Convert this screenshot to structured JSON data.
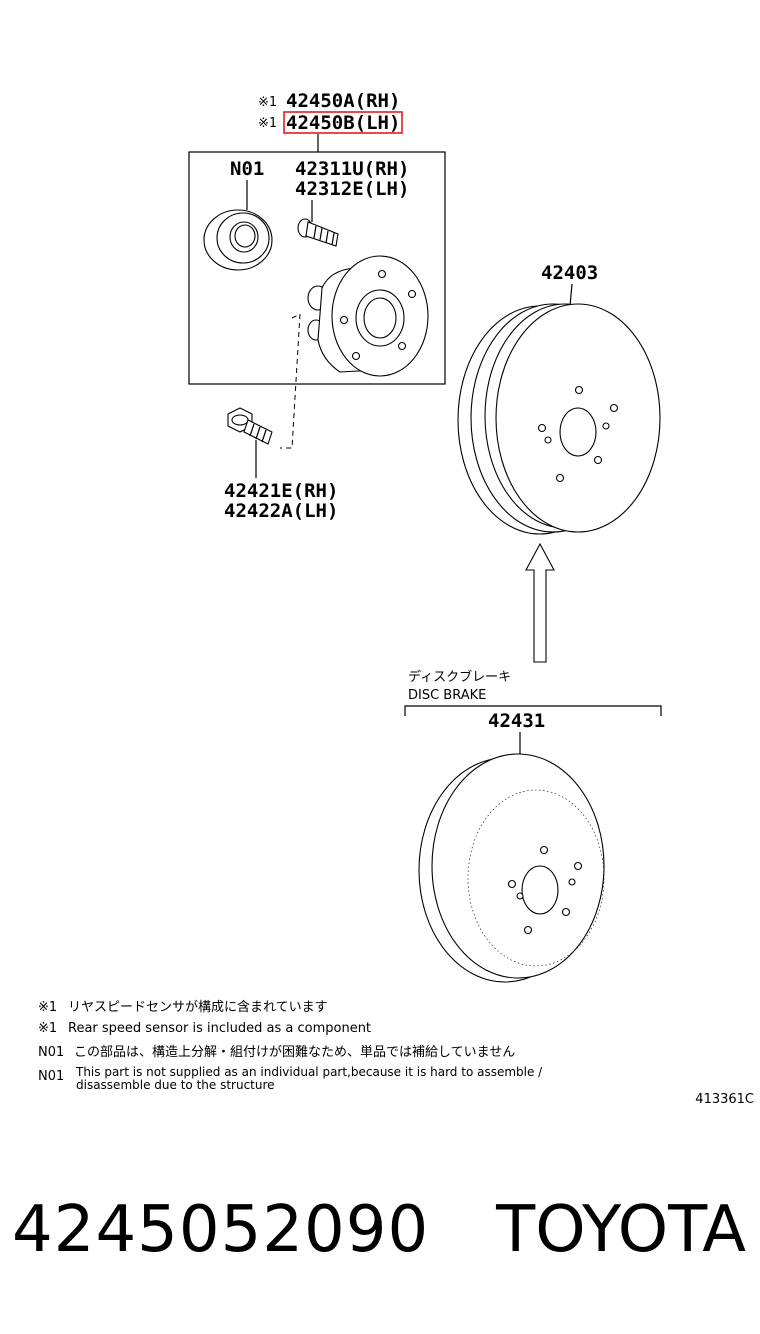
{
  "callouts": {
    "note_mark_1": "※1",
    "note_mark_2": "※1",
    "assy_rh": "42450A(RH)",
    "assy_lh": "42450B(LH)",
    "bearing": "N01",
    "hub_bolt_rh": "42311U(RH)",
    "hub_bolt_lh": "42312E(LH)",
    "bolt_rh": "42421E(RH)",
    "bolt_lh": "42422A(LH)",
    "drum": "42403",
    "disc_brake_jp": "ディスクブレーキ",
    "disc_brake_en": "DISC BRAKE",
    "disc": "42431"
  },
  "notes": [
    {
      "mark": "※1",
      "text": "リヤスピードセンサが構成に含まれています"
    },
    {
      "mark": "※1",
      "text": "Rear speed sensor is included as a component"
    },
    {
      "mark": "N01",
      "text": "この部品は、構造上分解・組付けが困難なため、単品では補給していません"
    },
    {
      "mark": "N01",
      "text": "This part is not supplied as an individual part,because it is hard to assemble /",
      "text2": "disassemble due to the structure"
    }
  ],
  "diagram_id": "413361C",
  "footer": {
    "part_number": "4245052090",
    "brand": "TOYOTA"
  },
  "colors": {
    "highlight": "#e02020",
    "ink": "#000000"
  }
}
